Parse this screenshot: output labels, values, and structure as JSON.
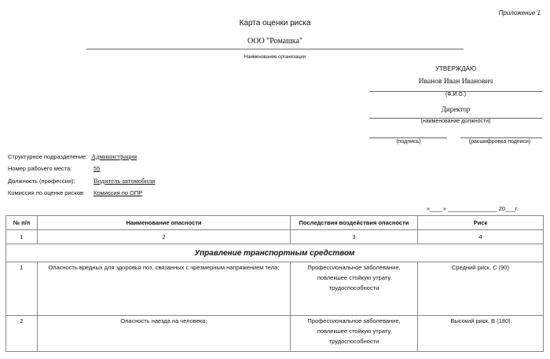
{
  "header": {
    "appendix": "Приложение 1",
    "title": "Карта оценки риска",
    "organization": "ООО \"Ромашка\"",
    "organization_caption": "Наименование организации"
  },
  "approval": {
    "heading": "УТВЕРЖДАЮ",
    "name": "Иванов Иван Иванович",
    "name_caption": "(Ф.И.О.)",
    "position": "Директор",
    "position_caption": "(наименование должности)",
    "signature_caption": "(подпись)",
    "signature_decode_caption": "(расшифровка подписи)"
  },
  "fields": {
    "department_label": "Структурное подразделение:",
    "department_value": "Администрация",
    "workplace_label": "Номер рабочего места:",
    "workplace_value": "55",
    "profession_label": "Должность (профессия):",
    "profession_value": "Водитель автомобиля",
    "commission_label": "Комиссия по оценке рисков:",
    "commission_value": "Комиссия по ОПР"
  },
  "date_line": "«____» _______________ 20___г.",
  "table": {
    "headers": [
      "№ п/п",
      "Наименование опасности",
      "Последствия воздействия опасности",
      "Риск"
    ],
    "numbers": [
      "1",
      "2",
      "3",
      "4"
    ],
    "section": "Управление транспортным средством",
    "rows": [
      {
        "num": "1",
        "hazard": "Опасность вредных для здоровья поз, связанных с чрезмерным напряжением тела;",
        "consequence_lines": [
          "Профессиональное заболевание,",
          "повлекшее стойкую утрату",
          "трудоспособности"
        ],
        "risk": "Средний риск, С (90)"
      },
      {
        "num": "2",
        "hazard": "Опасность наезда на человека;",
        "consequence_lines": [
          "Профессиональное заболевание,",
          "повлекшее стойкую утрату",
          "трудоспособности"
        ],
        "risk": "Высокий риск, В (180)"
      }
    ]
  }
}
